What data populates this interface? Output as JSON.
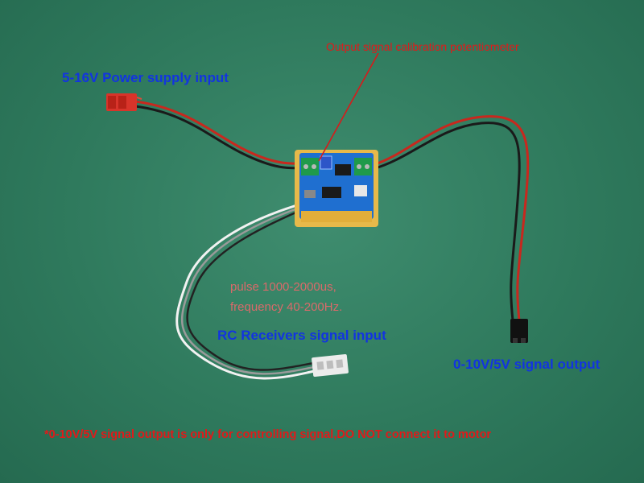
{
  "labels": {
    "potentiometer": "Output signal calibration potentiometer",
    "power_input": "5-16V Power supply input",
    "pulse_spec": "pulse 1000-2000us,",
    "frequency_spec": "frequency 40-200Hz.",
    "rc_input": "RC Receivers signal input",
    "signal_output": "0-10V/5V signal output",
    "warning": "*0-10V/5V signal output is only for controlling signal,DO NOT connect it to motor"
  },
  "colors": {
    "background": "#2f7a5d",
    "blue_text": "#1234e0",
    "red_text": "#e01a1a",
    "pink_text": "#d96a6a"
  }
}
